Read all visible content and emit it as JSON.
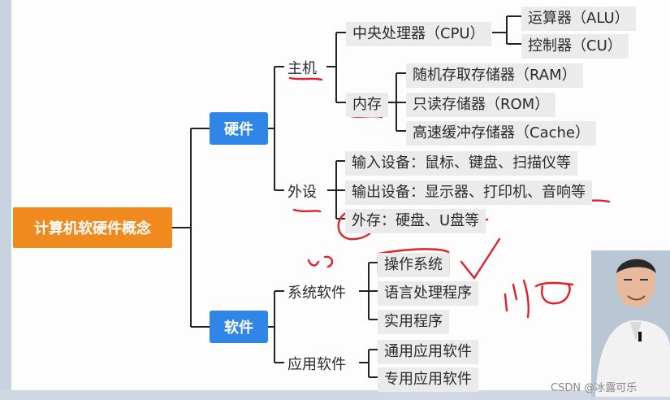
{
  "root": "计算机软硬件概念",
  "hardware": {
    "label": "硬件",
    "host": {
      "label": "主机",
      "cpu": {
        "label": "中央处理器（CPU）",
        "children": [
          "运算器（ALU）",
          "控制器（CU）"
        ]
      },
      "memory": {
        "label": "内存",
        "children": [
          "随机存取存储器（RAM）",
          "只读存储器（ROM）",
          "高速缓冲存储器（Cache）"
        ]
      }
    },
    "peripheral": {
      "label": "外设",
      "children": [
        "输入设备：鼠标、键盘、扫描仪等",
        "输出设备：显示器、打印机、音响等",
        "外存：硬盘、U盘等"
      ]
    }
  },
  "software": {
    "label": "软件",
    "system": {
      "label": "系统软件",
      "children": [
        "操作系统",
        "语言处理程序",
        "实用程序"
      ]
    },
    "application": {
      "label": "应用软件",
      "children": [
        "通用应用软件",
        "专用应用软件"
      ]
    }
  },
  "watermark": "CSDN @冰露可乐",
  "colors": {
    "root": "#f08a1e",
    "branch": "#2f86e6",
    "annotation": "#e0202a"
  }
}
